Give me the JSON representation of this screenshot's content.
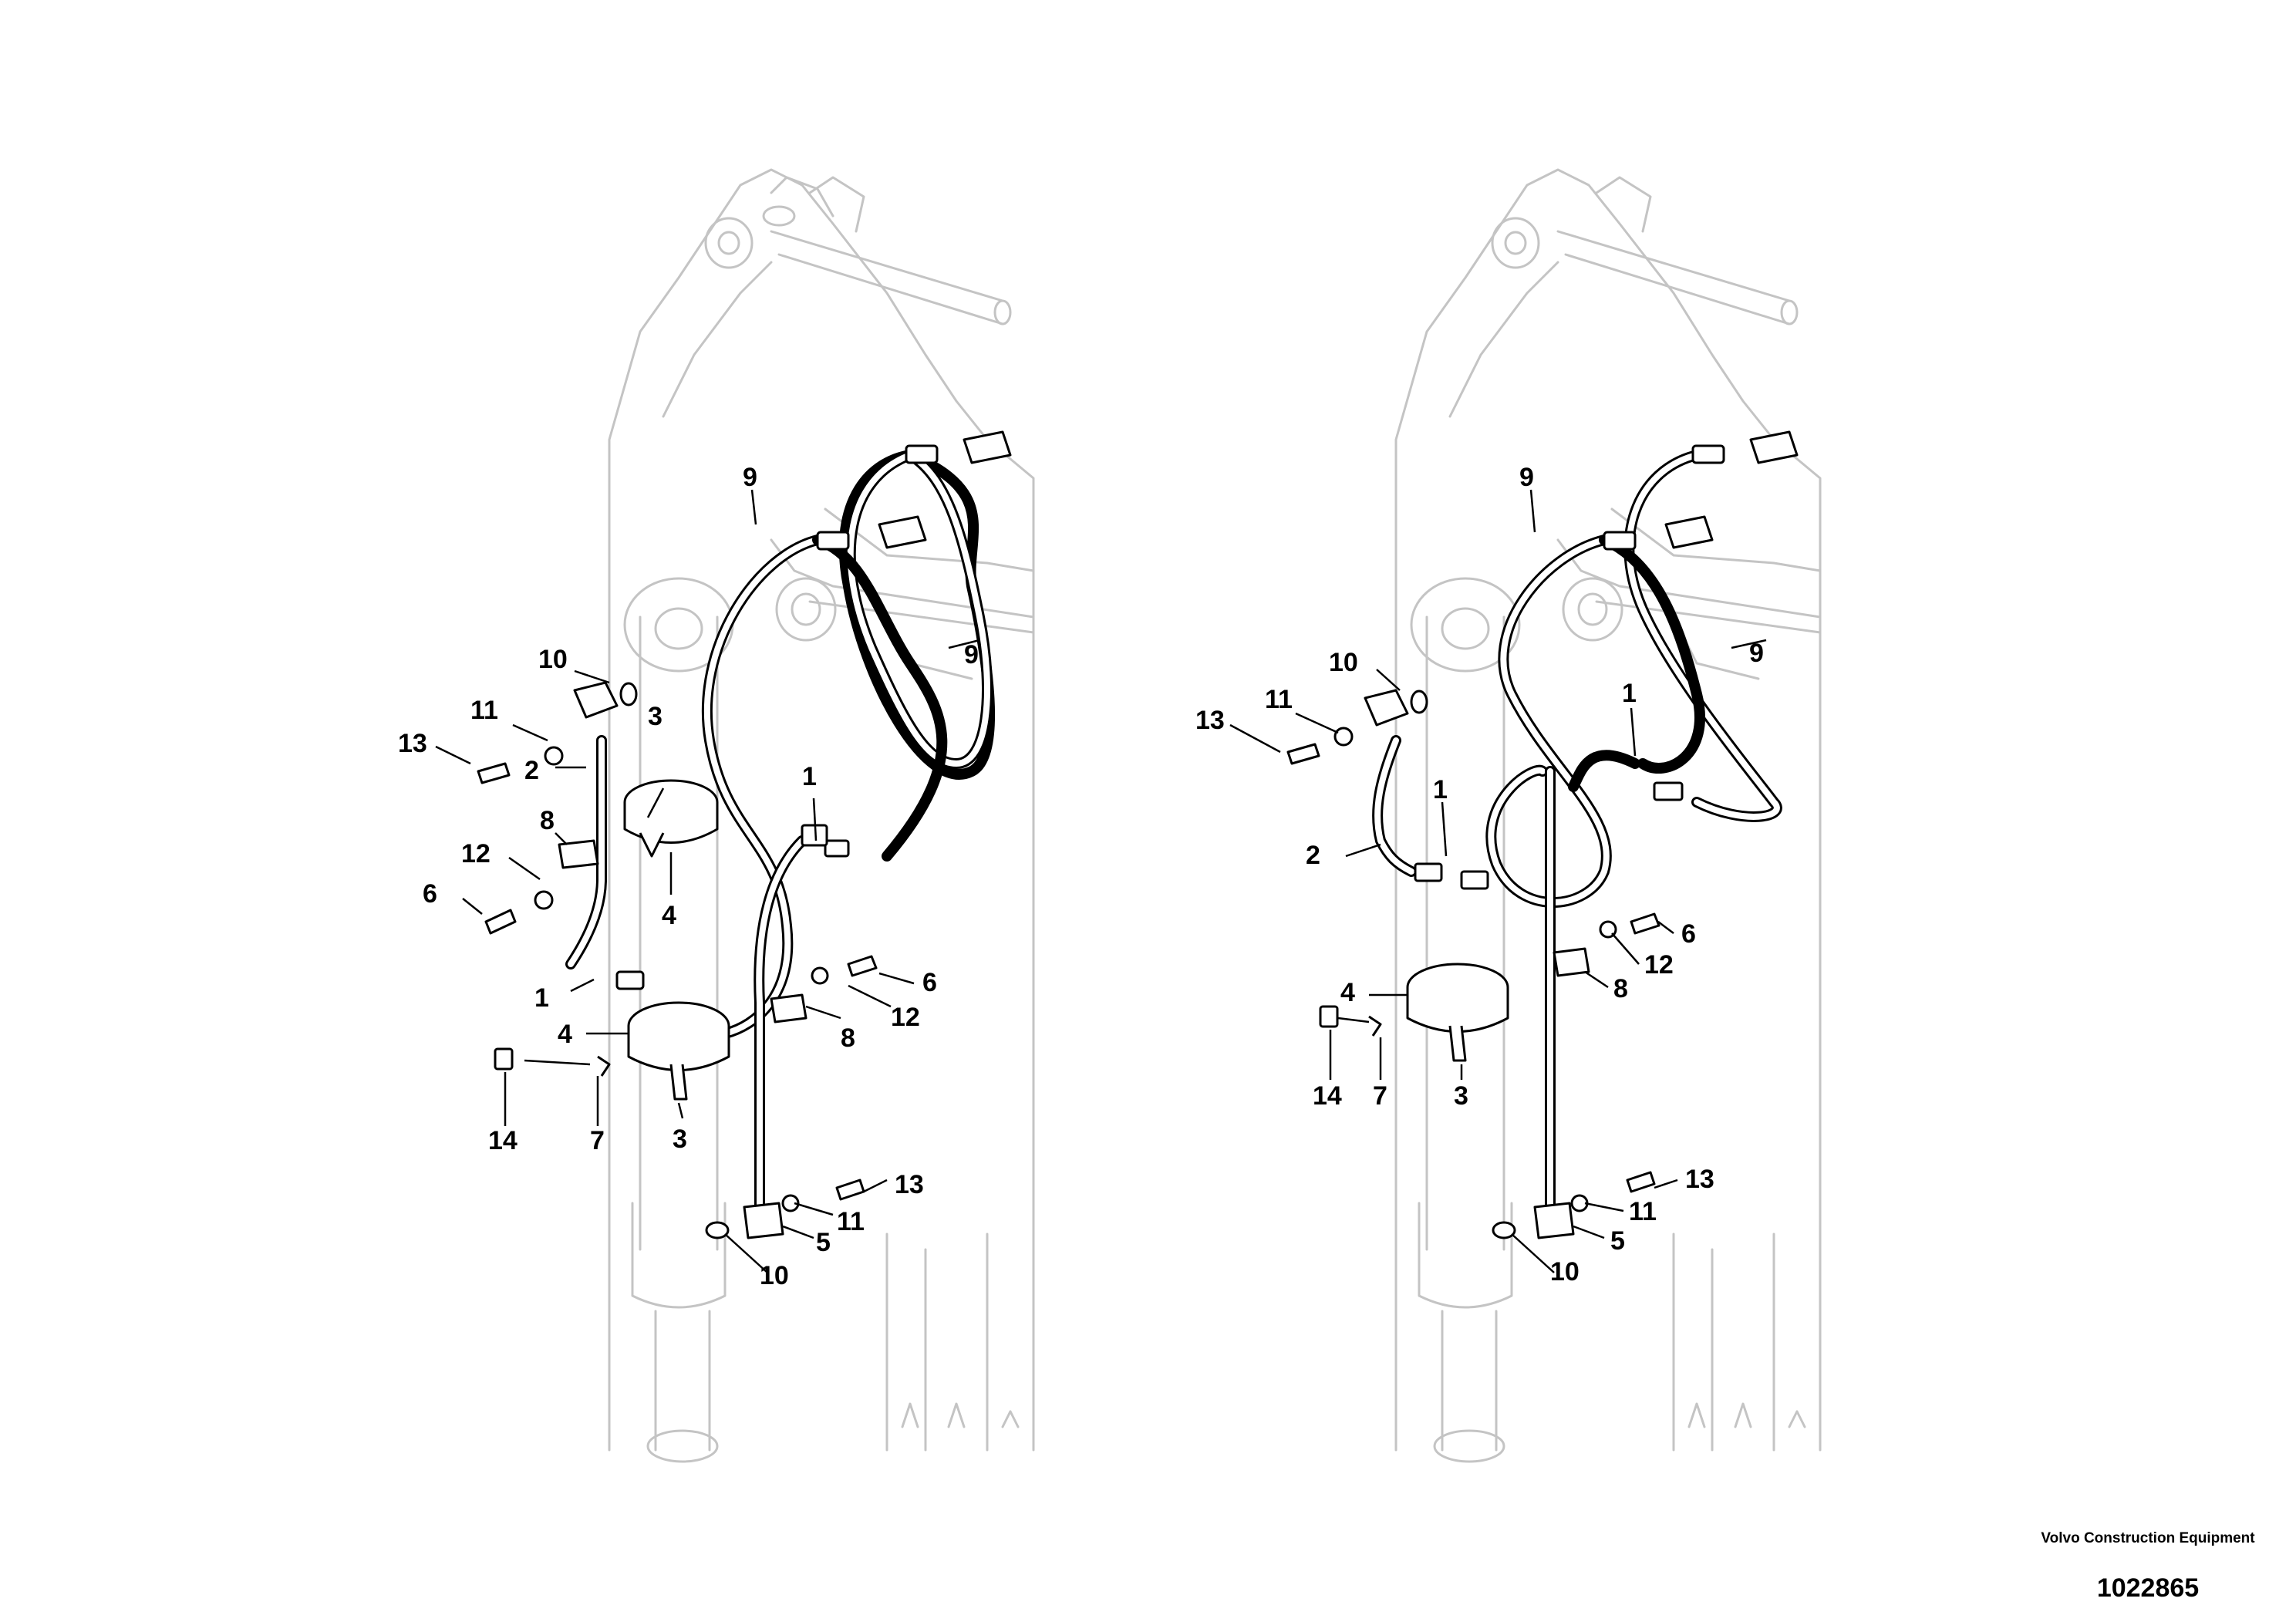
{
  "drawing": {
    "company": "Volvo Construction Equipment",
    "document_number": "1022865"
  },
  "callouts": {
    "c1": "1",
    "c2": "2",
    "c3": "3",
    "c4": "4",
    "c5": "5",
    "c6": "6",
    "c7": "7",
    "c8": "8",
    "c9": "9",
    "c10": "10",
    "c11": "11",
    "c12": "12",
    "c13": "13",
    "c14": "14"
  }
}
